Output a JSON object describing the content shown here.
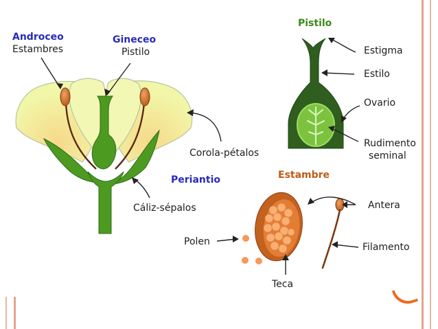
{
  "labels": {
    "androceo": "Androceo",
    "estambres": "Estambres",
    "gineceo": "Gineceo",
    "pistilo_flower": "Pistilo",
    "corola": "Corola-pétalos",
    "periantio": "Periantio",
    "caliz": "Cáliz-sépalos",
    "pistilo_title": "Pistilo",
    "estigma": "Estigma",
    "estilo": "Estilo",
    "ovario": "Ovario",
    "rudimento_1": "Rudimento",
    "rudimento_2": "seminal",
    "estambre_title": "Estambre",
    "antera": "Antera",
    "polen": "Polen",
    "filamento": "Filamento",
    "teca": "Teca"
  },
  "colors": {
    "petal": "#f2f6a8",
    "petal_outline": "#b7c4a0",
    "stem": "#4d9a21",
    "stem_dark": "#2f6b1a",
    "anther": "#9a4a17",
    "filament": "#5b2a10",
    "pistil_dark": "#2f5e1f",
    "ovary_fill": "#7cc23f",
    "pollen": "#f59a58",
    "theca": "#c3611f",
    "frame": "#e8b7a6",
    "accent": "#f06a1d"
  }
}
